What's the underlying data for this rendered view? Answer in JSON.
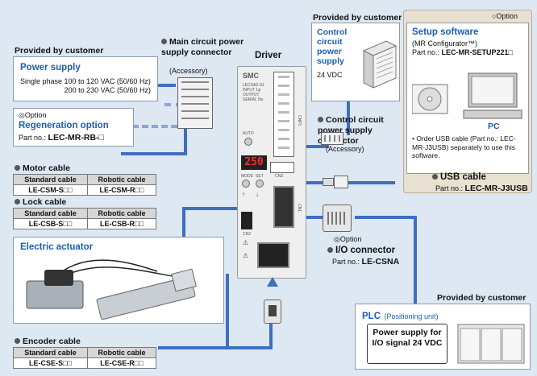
{
  "driver": {
    "title": "Driver",
    "brand": "SMC",
    "model_lines": [
      "LECSA2-S1",
      "INPUT 1φ",
      "OUTPUT",
      "SERIAL No."
    ],
    "display": "250",
    "labels": [
      "AUTO",
      "MODE",
      "SET",
      "CN1",
      "CN2",
      "CN3",
      "CNP1"
    ]
  },
  "main_power_connector": {
    "title": "Main circuit power supply connector",
    "note": "(Accessory)"
  },
  "power_supply": {
    "header": "Provided by customer",
    "title": "Power supply",
    "line1": "Single phase 100 to 120 VAC (50/60 Hz)",
    "line2": "200 to 230 VAC (50/60 Hz)"
  },
  "regeneration": {
    "option_mark": "◎Option",
    "title": "Regeneration option",
    "part_label": "Part no.:",
    "part_no": "LEC-MR-RB-□"
  },
  "motor_cable": {
    "title": "Motor cable",
    "headers": [
      "Standard cable",
      "Robotic cable"
    ],
    "values": [
      "LE-CSM-S□□",
      "LE-CSM-R□□"
    ]
  },
  "lock_cable": {
    "title": "Lock cable",
    "headers": [
      "Standard cable",
      "Robotic cable"
    ],
    "values": [
      "LE-CSB-S□□",
      "LE-CSB-R□□"
    ]
  },
  "actuator": {
    "title": "Electric actuator"
  },
  "encoder_cable": {
    "title": "Encoder cable",
    "headers": [
      "Standard cable",
      "Robotic cable"
    ],
    "values": [
      "LE-CSE-S□□",
      "LE-CSE-R□□"
    ]
  },
  "control_power": {
    "header": "Provided by customer",
    "title": "Control circuit power supply",
    "voltage": "24 VDC"
  },
  "control_connector": {
    "title": "Control circuit power supply connector",
    "note": "(Accessory)"
  },
  "setup_software": {
    "option_mark": "○Option",
    "title": "Setup software",
    "subtitle": "(MR Configurator™)",
    "part_label": "Part no.:",
    "part_no": "LEC-MR-SETUP221□",
    "pc_label": "PC",
    "note": "Order USB cable (Part no.: LEC-MR-J3USB) separately to use this software."
  },
  "usb_cable": {
    "title": "USB cable",
    "part_label": "Part no.:",
    "part_no": "LEC-MR-J3USB"
  },
  "io_connector": {
    "option_mark": "◎Option",
    "title": "I/O connector",
    "part_label": "Part no.:",
    "part_no": "LE-CSNA"
  },
  "plc": {
    "header": "Provided by customer",
    "title": "PLC",
    "subtitle": "(Positioning unit)",
    "power_box": "Power supply for I/O signal 24 VDC"
  },
  "colors": {
    "background": "#dde8f3",
    "wire": "#3e6fc0",
    "accent": "#1a5fb4",
    "option_panel": "#e8e0d0"
  }
}
